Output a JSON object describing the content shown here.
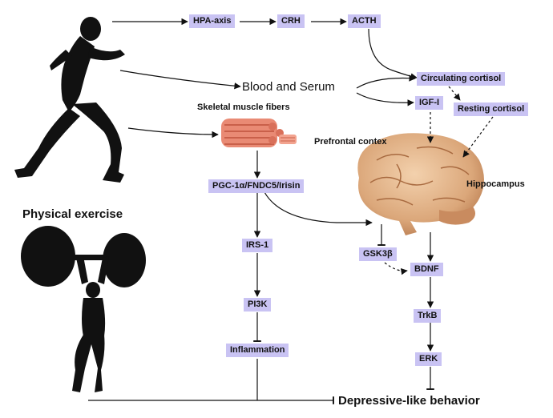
{
  "title_left": "Physical exercise",
  "nodes": {
    "hpa": "HPA-axis",
    "crh": "CRH",
    "acth": "ACTH",
    "blood": "Blood and Serum",
    "circ_cortisol": "Circulating cortisol",
    "igf": "IGF-I",
    "rest_cortisol": "Resting cortisol",
    "skeletal": "Skeletal muscle fibers",
    "pgc": "PGC-1α/FNDC5/Irisin",
    "irs": "IRS-1",
    "pi3k": "PI3K",
    "inflammation": "Inflammation",
    "prefrontal": "Prefrontal contex",
    "hippocampus": "Hippocampus",
    "gsk": "GSK3β",
    "bdnf": "BDNF",
    "trkb": "TrkB",
    "erk": "ERK",
    "depressive": "Depressive-like behavior"
  },
  "colors": {
    "node_fill": "#c9c3f3",
    "brain": "#e0b287",
    "muscle": "#e98a74",
    "silhouette": "#111111"
  },
  "icons": [
    "runner-icon",
    "weightlifter-icon",
    "brain-icon",
    "muscle-fiber-icon"
  ]
}
